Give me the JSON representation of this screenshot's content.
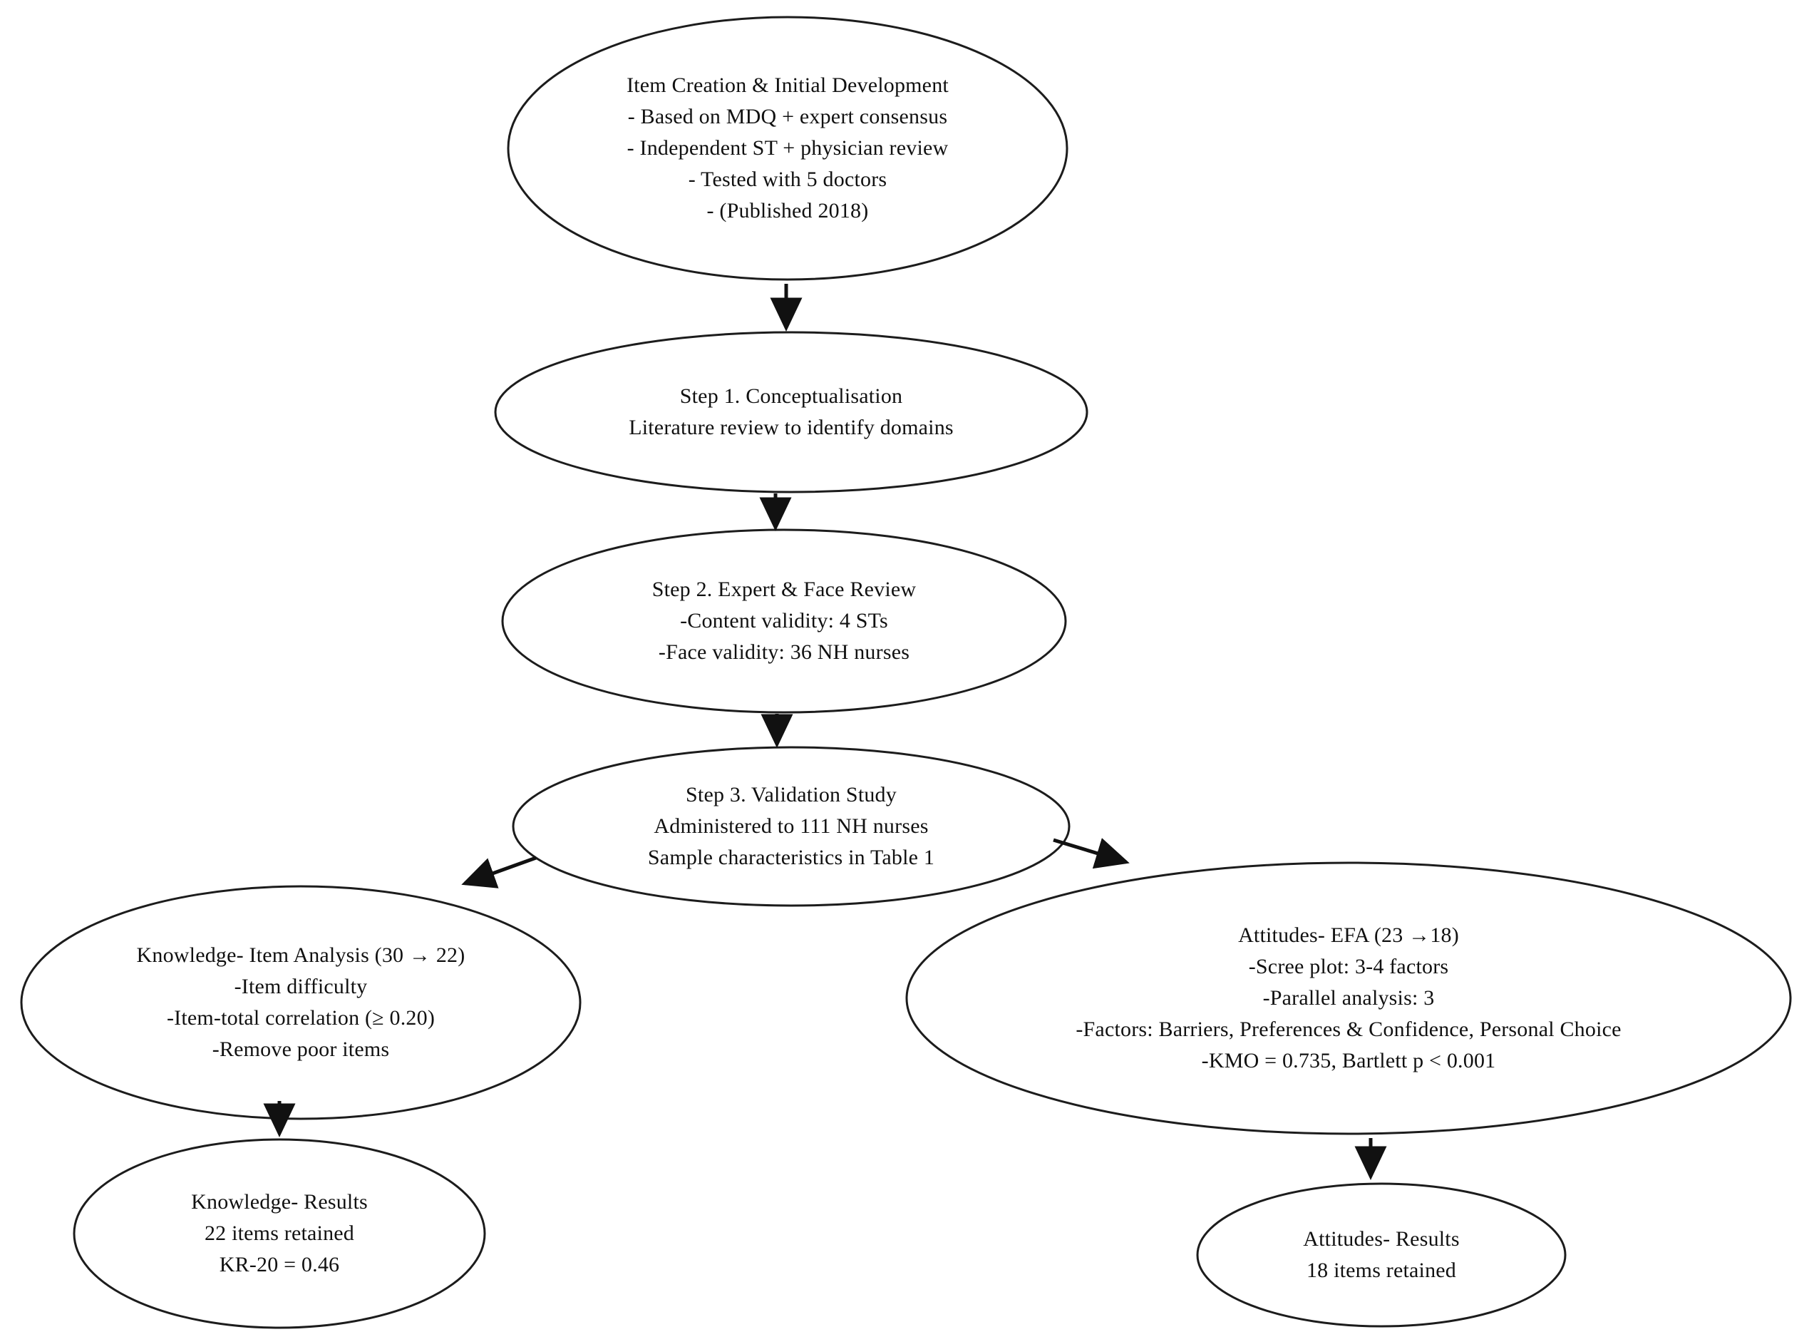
{
  "diagram": {
    "colors": {
      "outline": "#1c1c1c",
      "arrow": "#111111",
      "background": "#ffffff",
      "text": "#111111"
    },
    "nodes": {
      "item_creation": {
        "lines": [
          "Item Creation & Initial Development",
          "- Based on MDQ + expert consensus",
          "- Independent ST + physician review",
          "- Tested with 5 doctors",
          "- (Published 2018)"
        ]
      },
      "step1": {
        "lines": [
          "Step 1. Conceptualisation",
          "Literature review to identify domains"
        ]
      },
      "step2": {
        "lines": [
          "Step 2. Expert & Face Review",
          "-Content validity: 4 STs",
          "-Face validity: 36 NH nurses"
        ]
      },
      "step3": {
        "lines": [
          "Step 3. Validation Study",
          "Administered to 111 NH nurses",
          "Sample characteristics in Table 1"
        ]
      },
      "knowledge_analysis": {
        "lines": [
          "Knowledge- Item Analysis (30 → 22)",
          "-Item difficulty",
          "-Item-total correlation (≥ 0.20)",
          "-Remove poor items"
        ]
      },
      "attitudes_efa": {
        "lines": [
          "Attitudes- EFA (23 →18)",
          "-Scree plot: 3-4 factors",
          "-Parallel analysis: 3",
          "-Factors: Barriers, Preferences & Confidence, Personal Choice",
          "-KMO = 0.735, Bartlett p < 0.001"
        ]
      },
      "knowledge_results": {
        "lines": [
          "Knowledge- Results",
          "22 items retained",
          "KR-20 = 0.46"
        ]
      },
      "attitudes_results": {
        "lines": [
          "Attitudes- Results",
          "18 items retained"
        ]
      }
    }
  }
}
